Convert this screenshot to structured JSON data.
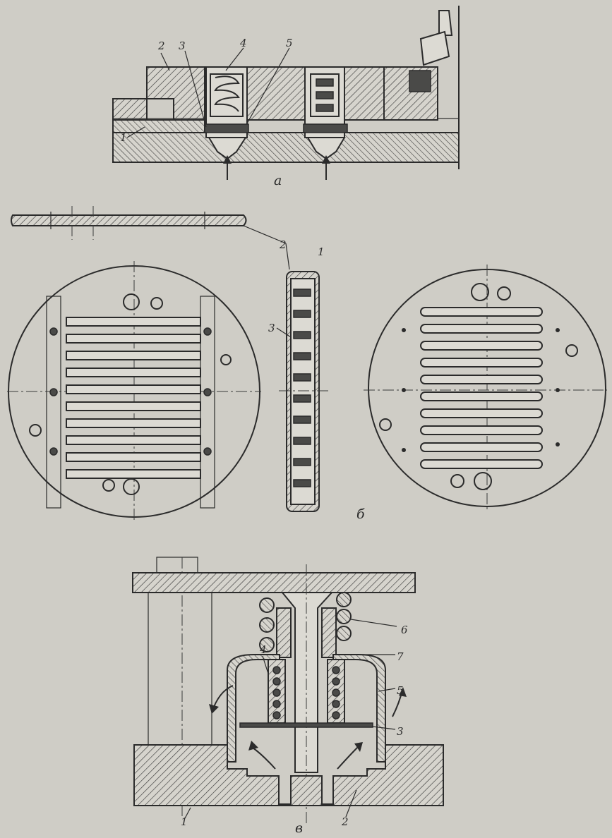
{
  "figure": {
    "views": [
      {
        "id": "a",
        "caption": "а"
      },
      {
        "id": "b",
        "caption": "б"
      },
      {
        "id": "v",
        "caption": "в"
      }
    ],
    "callouts_a": [
      "1",
      "2",
      "3",
      "4",
      "5"
    ],
    "callouts_b": [
      "1",
      "2",
      "3"
    ],
    "callouts_v": [
      "1",
      "2",
      "3",
      "4",
      "5",
      "6",
      "7"
    ]
  },
  "colors": {
    "paper": "#cfcdc6",
    "ink": "#2b2b2b"
  }
}
